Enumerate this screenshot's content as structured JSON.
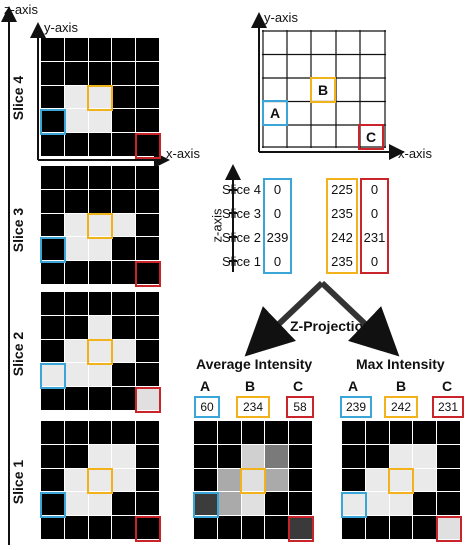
{
  "colors": {
    "cyan": "#3aa6d8",
    "yellow": "#f2b21b",
    "red": "#c8242a",
    "bg": "#000000"
  },
  "labels": {
    "z_axis": "z-axis",
    "y_axis": "y-axis",
    "x_axis": "x-axis",
    "slice_4": "Slice 4",
    "slice_3": "Slice 3",
    "slice_2": "Slice 2",
    "slice_1": "Slice 1",
    "z_projection": "Z-Projection",
    "average_intensity": "Average Intensity",
    "max_intensity": "Max Intensity",
    "point_a": "A",
    "point_b": "B",
    "point_c": "C"
  },
  "table": {
    "rows": [
      {
        "label": "Slice 4",
        "a": "0",
        "b": "225",
        "c": "0"
      },
      {
        "label": "Slice 3",
        "a": "0",
        "b": "235",
        "c": "0"
      },
      {
        "label": "Slice 2",
        "a": "239",
        "b": "242",
        "c": "231"
      },
      {
        "label": "Slice 1",
        "a": "0",
        "b": "235",
        "c": "0"
      }
    ]
  },
  "average": {
    "a": "60",
    "b": "234",
    "c": "58"
  },
  "max": {
    "a": "239",
    "b": "242",
    "c": "231"
  },
  "grids": {
    "slice4": [
      [
        "#000",
        "#000",
        "#000",
        "#000",
        "#000"
      ],
      [
        "#000",
        "#000",
        "#000",
        "#000",
        "#000"
      ],
      [
        "#000",
        "#eaeaea",
        "#eaeaea",
        "#000",
        "#000"
      ],
      [
        "#000",
        "#eaeaea",
        "#eaeaea",
        "#000",
        "#000"
      ],
      [
        "#000",
        "#000",
        "#000",
        "#000",
        "#000"
      ]
    ],
    "slice3": [
      [
        "#000",
        "#000",
        "#000",
        "#000",
        "#000"
      ],
      [
        "#000",
        "#000",
        "#000",
        "#000",
        "#000"
      ],
      [
        "#000",
        "#eaeaea",
        "#eaeaea",
        "#eaeaea",
        "#000"
      ],
      [
        "#000",
        "#eaeaea",
        "#eaeaea",
        "#000",
        "#000"
      ],
      [
        "#000",
        "#000",
        "#000",
        "#000",
        "#000"
      ]
    ],
    "slice2": [
      [
        "#000",
        "#000",
        "#000",
        "#000",
        "#000"
      ],
      [
        "#000",
        "#000",
        "#eaeaea",
        "#000",
        "#000"
      ],
      [
        "#000",
        "#eaeaea",
        "#eaeaea",
        "#eaeaea",
        "#000"
      ],
      [
        "#eaeaea",
        "#eaeaea",
        "#eaeaea",
        "#000",
        "#000"
      ],
      [
        "#000",
        "#000",
        "#000",
        "#000",
        "#e0e0e0"
      ]
    ],
    "slice1": [
      [
        "#000",
        "#000",
        "#000",
        "#000",
        "#000"
      ],
      [
        "#000",
        "#000",
        "#eaeaea",
        "#eaeaea",
        "#000"
      ],
      [
        "#000",
        "#eaeaea",
        "#eaeaea",
        "#eaeaea",
        "#000"
      ],
      [
        "#000",
        "#eaeaea",
        "#eaeaea",
        "#000",
        "#000"
      ],
      [
        "#000",
        "#000",
        "#000",
        "#000",
        "#000"
      ]
    ],
    "average": [
      [
        "#000",
        "#000",
        "#000",
        "#000",
        "#000"
      ],
      [
        "#000",
        "#000",
        "#d0d0d0",
        "#7a7a7a",
        "#000"
      ],
      [
        "#000",
        "#aaaaaa",
        "#e0e0e0",
        "#aaaaaa",
        "#000"
      ],
      [
        "#3c3c3c",
        "#aaaaaa",
        "#e0e0e0",
        "#000",
        "#000"
      ],
      [
        "#000",
        "#000",
        "#000",
        "#000",
        "#3a3a3a"
      ]
    ],
    "max": [
      [
        "#000",
        "#000",
        "#000",
        "#000",
        "#000"
      ],
      [
        "#000",
        "#000",
        "#eaeaea",
        "#eaeaea",
        "#000"
      ],
      [
        "#000",
        "#eaeaea",
        "#eaeaea",
        "#eaeaea",
        "#000"
      ],
      [
        "#eaeaea",
        "#eaeaea",
        "#eaeaea",
        "#000",
        "#000"
      ],
      [
        "#000",
        "#000",
        "#000",
        "#000",
        "#e0e0e0"
      ]
    ]
  }
}
